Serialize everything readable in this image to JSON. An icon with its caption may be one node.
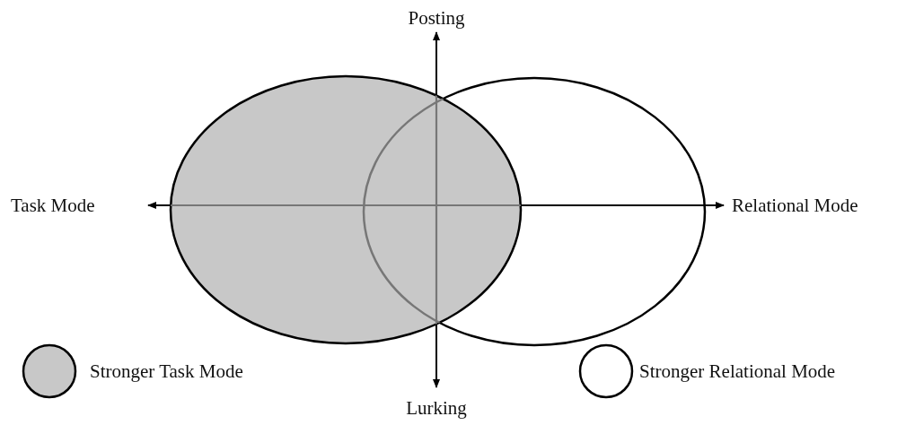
{
  "diagram": {
    "labels": [
      "Posting",
      "Task Mode",
      "Relational Mode",
      "Lurking"
    ],
    "legend": [
      {
        "text": "Stronger Task Mode",
        "color": "#c8c8c8"
      },
      {
        "text": "Stronger Relational Mode",
        "color": "#ffffff"
      }
    ]
  }
}
